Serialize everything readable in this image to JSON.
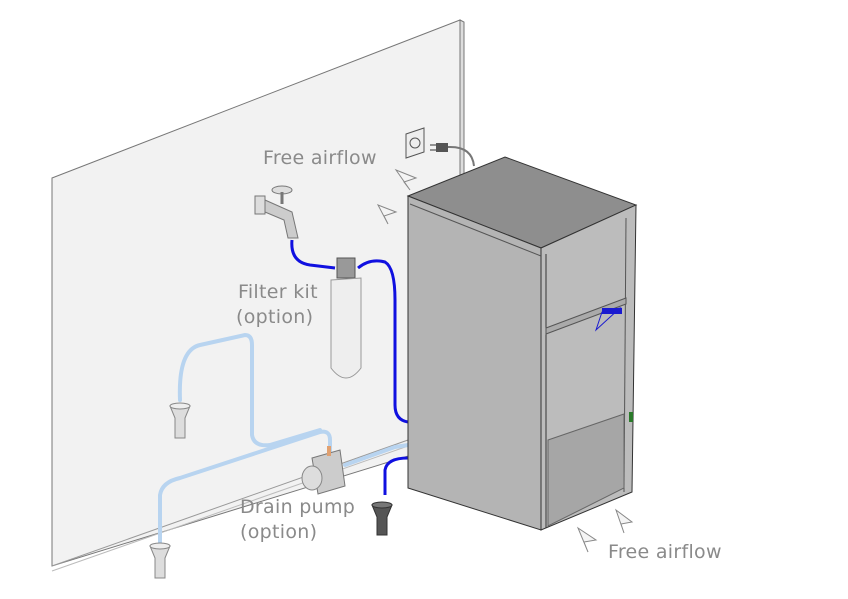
{
  "labels": {
    "airflow_top": "Free airflow",
    "filter_line1": "Filter kit",
    "filter_line2": "(option)",
    "pump_line1": "Drain pump",
    "pump_line2": "(option)",
    "airflow_bottom": "Free airflow"
  },
  "colors": {
    "water_pipe": "#1010e0",
    "drain_pipe": "#b8d4f0",
    "label": "#8a8a8a",
    "machine_body": "#b4b4b4"
  }
}
